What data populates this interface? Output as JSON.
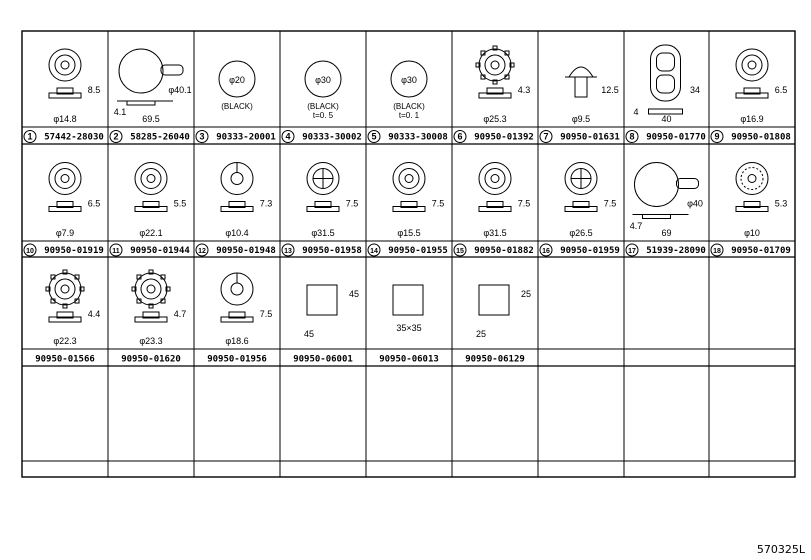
{
  "sheet": {
    "footer_code": "570325L",
    "cells": [
      {
        "index": "1",
        "part": "57442-28030",
        "dims": [
          "φ14.8",
          "8.5"
        ],
        "icon": "round-grommet-icon"
      },
      {
        "index": "2",
        "part": "58285-26040",
        "dims": [
          "69.5",
          "φ40.1",
          "4.1"
        ],
        "icon": "tab-plug-icon"
      },
      {
        "index": "3",
        "part": "90333-20001",
        "dims": [
          "φ20"
        ],
        "note": "(BLACK)",
        "icon": "seal-disc-icon"
      },
      {
        "index": "4",
        "part": "90333-30002",
        "dims": [
          "φ30"
        ],
        "note": "(BLACK)",
        "note2": "t=0. 5",
        "icon": "seal-disc-icon"
      },
      {
        "index": "5",
        "part": "90333-30008",
        "dims": [
          "φ30"
        ],
        "note": "(BLACK)",
        "note2": "t=0. 1",
        "icon": "seal-disc-icon"
      },
      {
        "index": "6",
        "part": "90950-01392",
        "dims": [
          "φ25.3",
          "4.3"
        ],
        "icon": "toothed-plug-icon"
      },
      {
        "index": "7",
        "part": "90950-01631",
        "dims": [
          "φ9.5",
          "12.5"
        ],
        "icon": "push-clip-icon"
      },
      {
        "index": "8",
        "part": "90950-01770",
        "dims": [
          "40",
          "34",
          "4"
        ],
        "icon": "oval-plug-icon"
      },
      {
        "index": "9",
        "part": "90950-01808",
        "dims": [
          "φ16.9",
          "6.5"
        ],
        "icon": "ring-grommet-icon"
      },
      {
        "index": "10",
        "part": "90950-01919",
        "dims": [
          "φ7.9",
          "6.5"
        ],
        "icon": "ring-grommet-icon"
      },
      {
        "index": "11",
        "part": "90950-01944",
        "dims": [
          "φ22.1",
          "5.5"
        ],
        "icon": "ring-plug-icon"
      },
      {
        "index": "12",
        "part": "90950-01948",
        "dims": [
          "φ10.4",
          "7.3"
        ],
        "icon": "slotted-grommet-icon"
      },
      {
        "index": "13",
        "part": "90950-01958",
        "dims": [
          "φ31.5",
          "7.5"
        ],
        "icon": "cross-plug-icon"
      },
      {
        "index": "14",
        "part": "90950-01955",
        "dims": [
          "φ15.5",
          "7.5"
        ],
        "icon": "ring-grommet-icon"
      },
      {
        "index": "15",
        "part": "90950-01882",
        "dims": [
          "φ31.5",
          "7.5"
        ],
        "icon": "ring-plug-icon"
      },
      {
        "index": "16",
        "part": "90950-01959",
        "dims": [
          "φ26.5",
          "7.5"
        ],
        "icon": "cross-plug-icon"
      },
      {
        "index": "17",
        "part": "51939-28090",
        "dims": [
          "69",
          "φ40",
          "4.7"
        ],
        "icon": "tab-plug-icon"
      },
      {
        "index": "18",
        "part": "90950-01709",
        "dims": [
          "φ10",
          "5.3"
        ],
        "icon": "dotted-grommet-icon"
      },
      {
        "index": "",
        "part": "90950-01566",
        "dims": [
          "φ22.3",
          "4.4"
        ],
        "icon": "toothed-plug-icon"
      },
      {
        "index": "",
        "part": "90950-01620",
        "dims": [
          "φ23.3",
          "4.7"
        ],
        "icon": "toothed-plug-icon"
      },
      {
        "index": "",
        "part": "90950-01956",
        "dims": [
          "φ18.6",
          "7.5"
        ],
        "icon": "slotted-grommet-icon"
      },
      {
        "index": "",
        "part": "90950-06001",
        "dims": [
          "45",
          "45"
        ],
        "icon": "square-pad-icon"
      },
      {
        "index": "",
        "part": "90950-06013",
        "dims": [
          "35×35"
        ],
        "icon": "square-pad-icon"
      },
      {
        "index": "",
        "part": "90950-06129",
        "dims": [
          "25",
          "25"
        ],
        "icon": "square-pad-icon"
      }
    ]
  }
}
